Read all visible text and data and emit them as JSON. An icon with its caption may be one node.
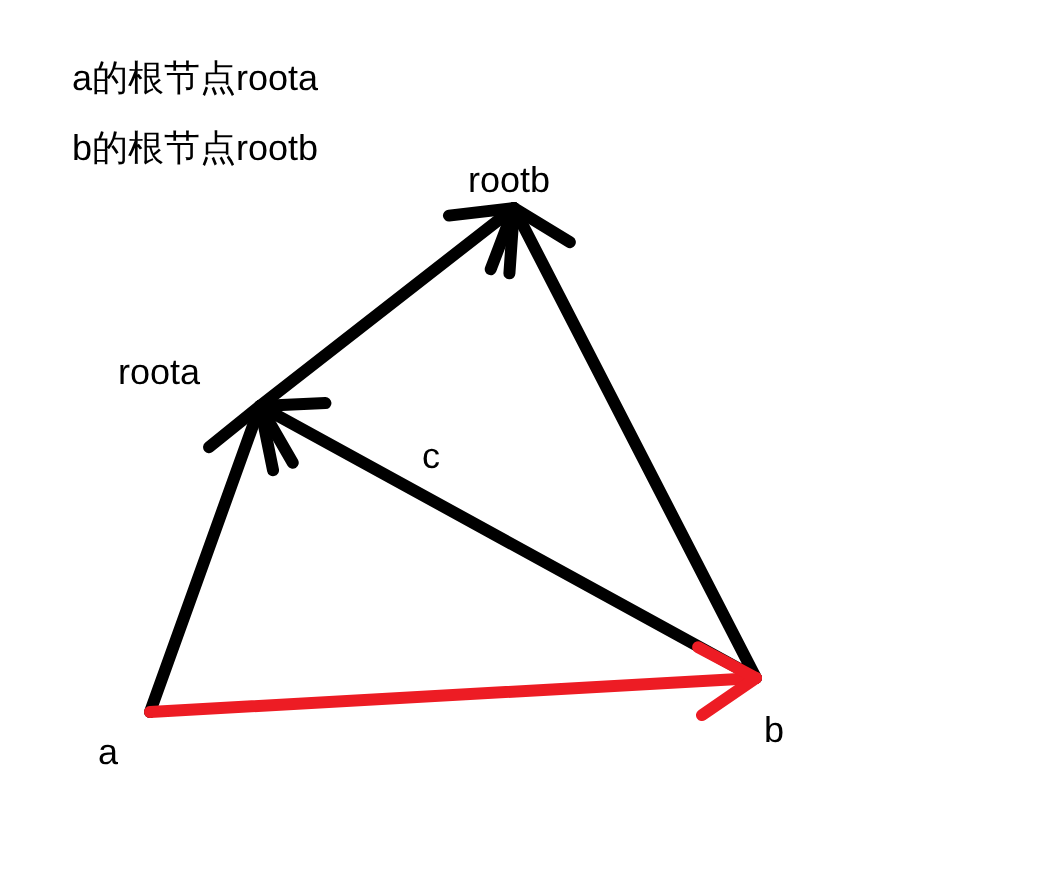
{
  "diagram": {
    "nodes": [
      {
        "text": [
          "rootb"
        ]
      },
      {
        "text": [
          "roota"
        ]
      },
      {
        "text": [
          "a"
        ]
      },
      {
        "text": [
          "b"
        ]
      }
    ],
    "edges": [
      {
        "from": 2,
        "to": 1,
        "arrow": "to"
      },
      {
        "from": 1,
        "to": 0,
        "arrow": "to"
      },
      {
        "from": 3,
        "to": 1,
        "arrow": "to",
        "label": "c"
      },
      {
        "from": 3,
        "to": 0,
        "arrow": "to"
      },
      {
        "from": 2,
        "to": 3,
        "arrow": "to",
        "color": "#ed1c24"
      }
    ],
    "labels": [
      "a的根节点roota",
      "b的根节点rootb"
    ]
  }
}
